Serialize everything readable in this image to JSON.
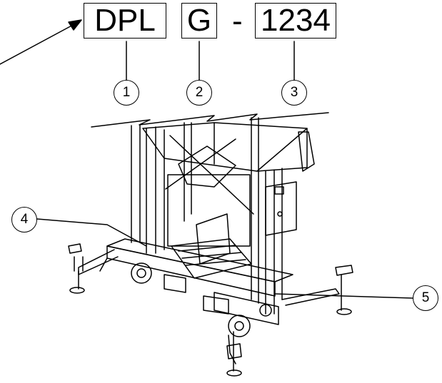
{
  "model_code": {
    "series": "DPL",
    "variant": "G",
    "separator": "-",
    "number": "1234"
  },
  "callouts": [
    "1",
    "2",
    "3",
    "4",
    "5"
  ],
  "colors": {
    "ink": "#000000",
    "paper": "#ffffff"
  }
}
